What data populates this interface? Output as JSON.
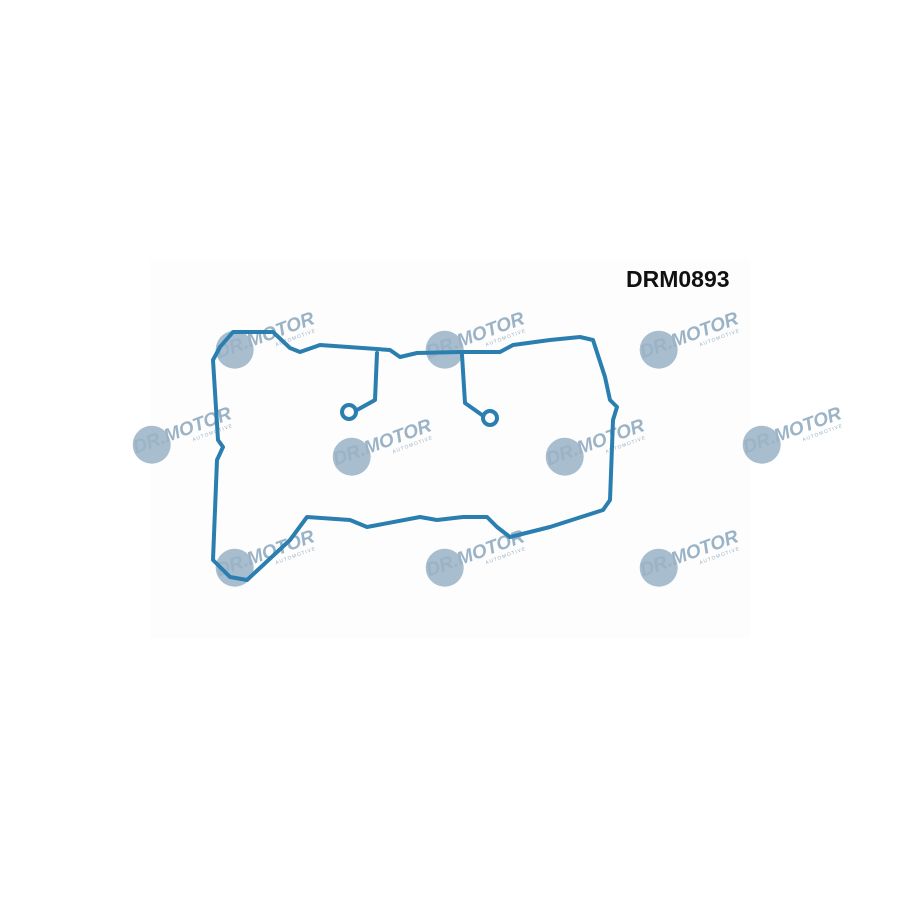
{
  "product": {
    "code": "DRM0893",
    "watermark_brand": "DR.MOTOR",
    "watermark_sub": "AUTOMOTIVE",
    "gasket_color": "#2a7fb0",
    "watermark_color": "#8aa7bd"
  }
}
